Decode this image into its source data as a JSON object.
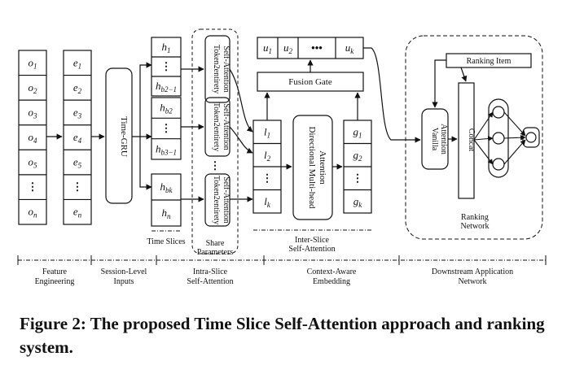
{
  "diagram": {
    "feature_items": [
      "o1",
      "o2",
      "o3",
      "o4",
      "o5",
      "⋮",
      "on"
    ],
    "embedding_items": [
      "e1",
      "e2",
      "e3",
      "e4",
      "e5",
      "⋮",
      "en"
    ],
    "time_gru_label": "Time-GRU",
    "slice_groups": [
      [
        "h1",
        "⋮",
        "hb2−1"
      ],
      [
        "hb2",
        "⋮",
        "hb3−1"
      ],
      [
        "hbk",
        "hn"
      ]
    ],
    "self_attention_label_1": "Token2entirety",
    "self_attention_label_2": "Self-Attention",
    "share_parameters_label": [
      "Share",
      "Parameters"
    ],
    "time_slices_label": "Time Slices",
    "slice_outputs": [
      "l1",
      "l2",
      "⋮",
      "lk"
    ],
    "dmha_label": [
      "Directional Multi-head",
      "Attention"
    ],
    "context_outputs": [
      "g1",
      "g2",
      "⋮",
      "gk"
    ],
    "fusion_gate_label": "Fusion Gate",
    "fused_outputs": [
      "u1",
      "u2",
      "•••",
      "uk"
    ],
    "inter_slice_label": [
      "Inter-Slice",
      "Self-Attention"
    ],
    "ranking_item_label": "Ranking Item",
    "vanilla_attention_label": [
      "Vanilla",
      "Attention"
    ],
    "concat_label": "Concat",
    "ranking_network_label": [
      "Ranking",
      "Network"
    ],
    "stages": [
      [
        "Feature",
        "Engineering"
      ],
      [
        "Session-Level",
        "Inputs"
      ],
      [
        "Intra-Slice",
        "Self-Attention"
      ],
      [
        "Context-Aware",
        "Embedding"
      ],
      [
        "Downstream Application",
        "Network"
      ]
    ]
  },
  "caption": "Figure 2: The proposed Time Slice Self-Attention approach and ranking system."
}
